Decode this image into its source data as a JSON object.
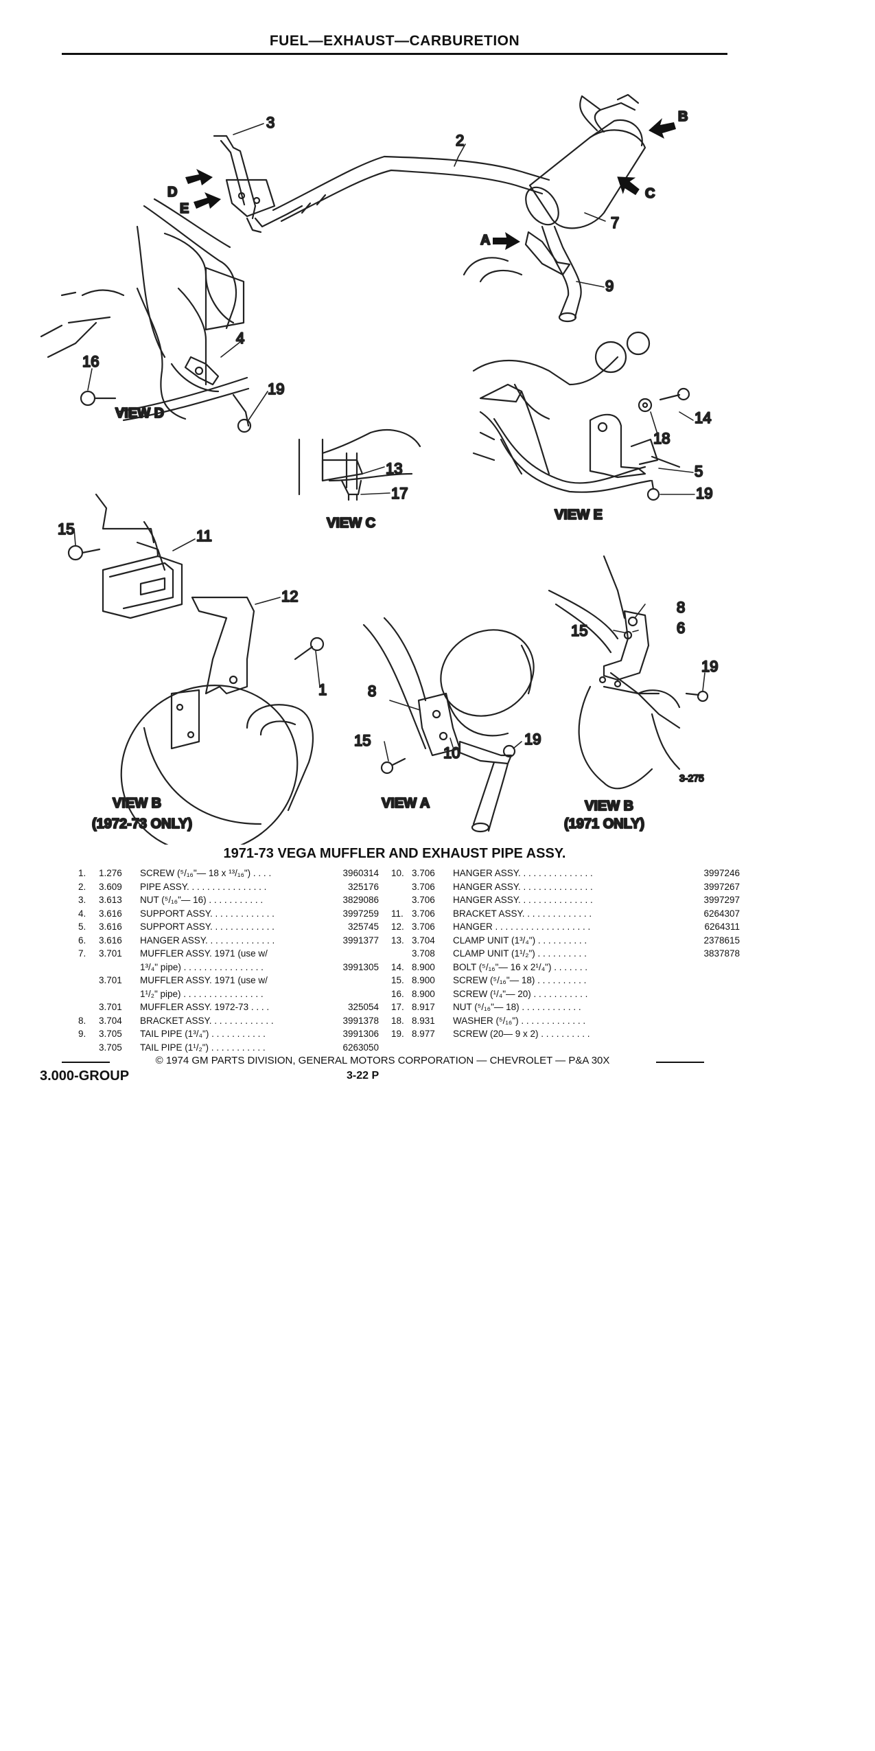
{
  "header": {
    "title": "FUEL—EXHAUST—CARBURETION"
  },
  "illustration": {
    "figure_number": "3-275",
    "callouts": {
      "c1": "1",
      "c2": "2",
      "c3": "3",
      "c4": "4",
      "c5": "5",
      "c6": "6",
      "c7": "7",
      "c8a": "8",
      "c8b": "8",
      "c9": "9",
      "c10": "10",
      "c11": "11",
      "c12": "12",
      "c13": "13",
      "c14": "14",
      "c15a": "15",
      "c15b": "15",
      "c15c": "15",
      "c16": "16",
      "c17": "17",
      "c18": "18",
      "c19a": "19",
      "c19b": "19",
      "c19c": "19",
      "c19d": "19"
    },
    "arrows": {
      "A": "A",
      "B": "B",
      "C": "C",
      "D": "D",
      "E": "E"
    },
    "views": {
      "d": "VIEW D",
      "c": "VIEW C",
      "e": "VIEW E",
      "b1": "VIEW B",
      "b1_note": "(1972-73 ONLY)",
      "a": "VIEW A",
      "b2": "VIEW B",
      "b2_note": "(1971 ONLY)"
    }
  },
  "parts_list": {
    "title": "1971-73 VEGA MUFFLER AND EXHAUST PIPE ASSY.",
    "left": [
      {
        "no": "1.",
        "group": "1.276",
        "desc": "SCREW (⁵/₁₆\"— 18 x ¹³/₁₆\") . . . .",
        "part": "3960314"
      },
      {
        "no": "2.",
        "group": "3.609",
        "desc": "PIPE ASSY. . . . . . . . . . . . . . . .",
        "part": "325176"
      },
      {
        "no": "3.",
        "group": "3.613",
        "desc": "NUT (⁵/₁₆\"— 16) . . . . . . . . . . .",
        "part": "3829086"
      },
      {
        "no": "4.",
        "group": "3.616",
        "desc": "SUPPORT ASSY. . . . . . . . . . . . .",
        "part": "3997259"
      },
      {
        "no": "5.",
        "group": "3.616",
        "desc": "SUPPORT ASSY. . . . . . . . . . . . .",
        "part": "325745"
      },
      {
        "no": "6.",
        "group": "3.616",
        "desc": "HANGER ASSY. . . . . . . . . . . . . .",
        "part": "3991377"
      },
      {
        "no": "7.",
        "group": "3.701",
        "desc": "MUFFLER ASSY. 1971 (use w/",
        "part": ""
      },
      {
        "no": "",
        "group": "",
        "desc": "1³/₄\" pipe) . . . . . . . . . . . . . . . .",
        "part": "3991305"
      },
      {
        "no": "",
        "group": "3.701",
        "desc": "MUFFLER ASSY. 1971 (use w/",
        "part": ""
      },
      {
        "no": "",
        "group": "",
        "desc": "1¹/₂\" pipe) . . . . . . . . . . . . . . . .",
        "part": ""
      },
      {
        "no": "",
        "group": "3.701",
        "desc": "MUFFLER ASSY. 1972-73 . . . .",
        "part": "325054"
      },
      {
        "no": "8.",
        "group": "3.704",
        "desc": "BRACKET ASSY. . . . . . . . . . . . .",
        "part": "3991378"
      },
      {
        "no": "9.",
        "group": "3.705",
        "desc": "TAIL PIPE (1³/₄\") . . . . . . . . . . .",
        "part": "3991306"
      },
      {
        "no": "",
        "group": "3.705",
        "desc": "TAIL PIPE (1¹/₂\") . . . . . . . . . . .",
        "part": "6263050"
      }
    ],
    "right": [
      {
        "no": "10.",
        "group": "3.706",
        "desc": "HANGER ASSY. . . . . . . . . . . . . . .",
        "part": "3997246"
      },
      {
        "no": "",
        "group": "3.706",
        "desc": "HANGER ASSY. . . . . . . . . . . . . . .",
        "part": "3997267"
      },
      {
        "no": "",
        "group": "3.706",
        "desc": "HANGER ASSY. . . . . . . . . . . . . . .",
        "part": "3997297"
      },
      {
        "no": "11.",
        "group": "3.706",
        "desc": "BRACKET ASSY. . . . . . . . . . . . . .",
        "part": "6264307"
      },
      {
        "no": "12.",
        "group": "3.706",
        "desc": "HANGER . . . . . . . . . . . . . . . . . . .",
        "part": "6264311"
      },
      {
        "no": "13.",
        "group": "3.704",
        "desc": "CLAMP UNIT (1³/₄\") . . . . . . . . . .",
        "part": "2378615"
      },
      {
        "no": "",
        "group": "3.708",
        "desc": "CLAMP UNIT (1¹/₂\") . . . . . . . . . .",
        "part": "3837878"
      },
      {
        "no": "14.",
        "group": "8.900",
        "desc": "BOLT (⁵/₁₆\"— 16 x 2¹/₄\") . . . . . . .",
        "part": ""
      },
      {
        "no": "15.",
        "group": "8.900",
        "desc": "SCREW (⁵/₁₆\"— 18) . . . . . . . . . .",
        "part": ""
      },
      {
        "no": "16.",
        "group": "8.900",
        "desc": "SCREW (¹/₄\"— 20) . . . . . . . . . . .",
        "part": ""
      },
      {
        "no": "17.",
        "group": "8.917",
        "desc": "NUT (⁵/₁₆\"— 18) . . . . . . . . . . . .",
        "part": ""
      },
      {
        "no": "18.",
        "group": "8.931",
        "desc": "WASHER (⁵/₁₆\") . . . . . . . . . . . . .",
        "part": ""
      },
      {
        "no": "19.",
        "group": "8.977",
        "desc": "SCREW (20— 9 x 2) . . . . . . . . . .",
        "part": ""
      }
    ]
  },
  "footer": {
    "copyright": "© 1974 GM PARTS DIVISION, GENERAL MOTORS CORPORATION — CHEVROLET — P&A 30X",
    "group": "3.000-GROUP",
    "page": "3-22  P"
  }
}
